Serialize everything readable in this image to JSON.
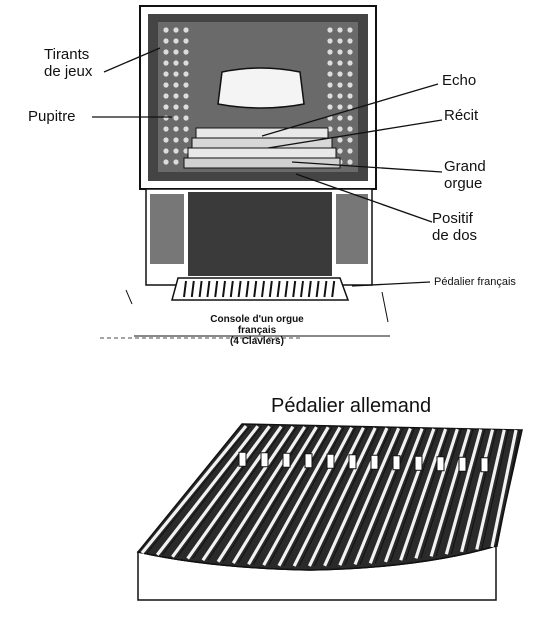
{
  "labels": {
    "tirants": [
      "Tirants",
      "de jeux"
    ],
    "pupitre": "Pupitre",
    "echo": "Echo",
    "recit": "Récit",
    "grand_orgue": [
      "Grand",
      "orgue"
    ],
    "positif": [
      "Positif",
      "de dos"
    ],
    "pedalier_francais": "Pédalier français"
  },
  "console_caption": [
    "Console d'un orgue",
    "français",
    "(4 Claviers)"
  ],
  "pedalier_allemand_title": "Pédalier allemand",
  "colors": {
    "ink": "#111111",
    "paper": "#ffffff",
    "shade": "#3a3a3a"
  }
}
